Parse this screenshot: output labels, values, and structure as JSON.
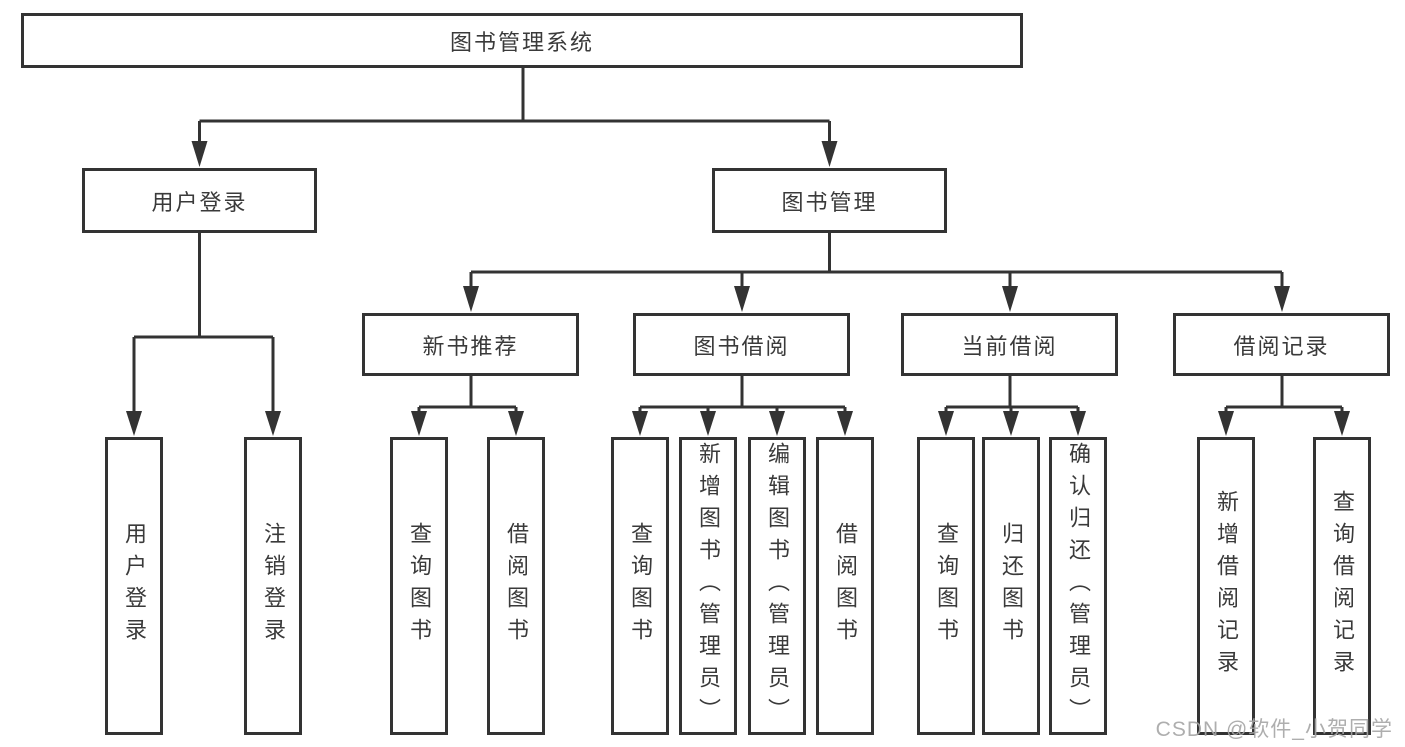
{
  "diagram": {
    "root": {
      "label": "图书管理系统"
    },
    "level1": [
      {
        "label": "用户登录",
        "children": [
          {
            "label": "用户登录"
          },
          {
            "label": "注销登录"
          }
        ]
      },
      {
        "label": "图书管理",
        "children": [
          {
            "label": "新书推荐",
            "children": [
              {
                "label": "查询图书"
              },
              {
                "label": "借阅图书"
              }
            ]
          },
          {
            "label": "图书借阅",
            "children": [
              {
                "label": "查询图书"
              },
              {
                "label": "新增图书（管理员）"
              },
              {
                "label": "编辑图书（管理员）"
              },
              {
                "label": "借阅图书"
              }
            ]
          },
          {
            "label": "当前借阅",
            "children": [
              {
                "label": "查询图书"
              },
              {
                "label": "归还图书"
              },
              {
                "label": "确认归还（管理员）"
              }
            ]
          },
          {
            "label": "借阅记录",
            "children": [
              {
                "label": "新增借阅记录"
              },
              {
                "label": "查询借阅记录"
              }
            ]
          }
        ]
      }
    ]
  },
  "watermark": {
    "text": "CSDN @软件_小贺同学"
  },
  "colors": {
    "line": "#333333",
    "text": "#3a3a3a",
    "box_background": "#ffffff",
    "watermark": "#a5a5a5",
    "background": "#ffffff"
  }
}
